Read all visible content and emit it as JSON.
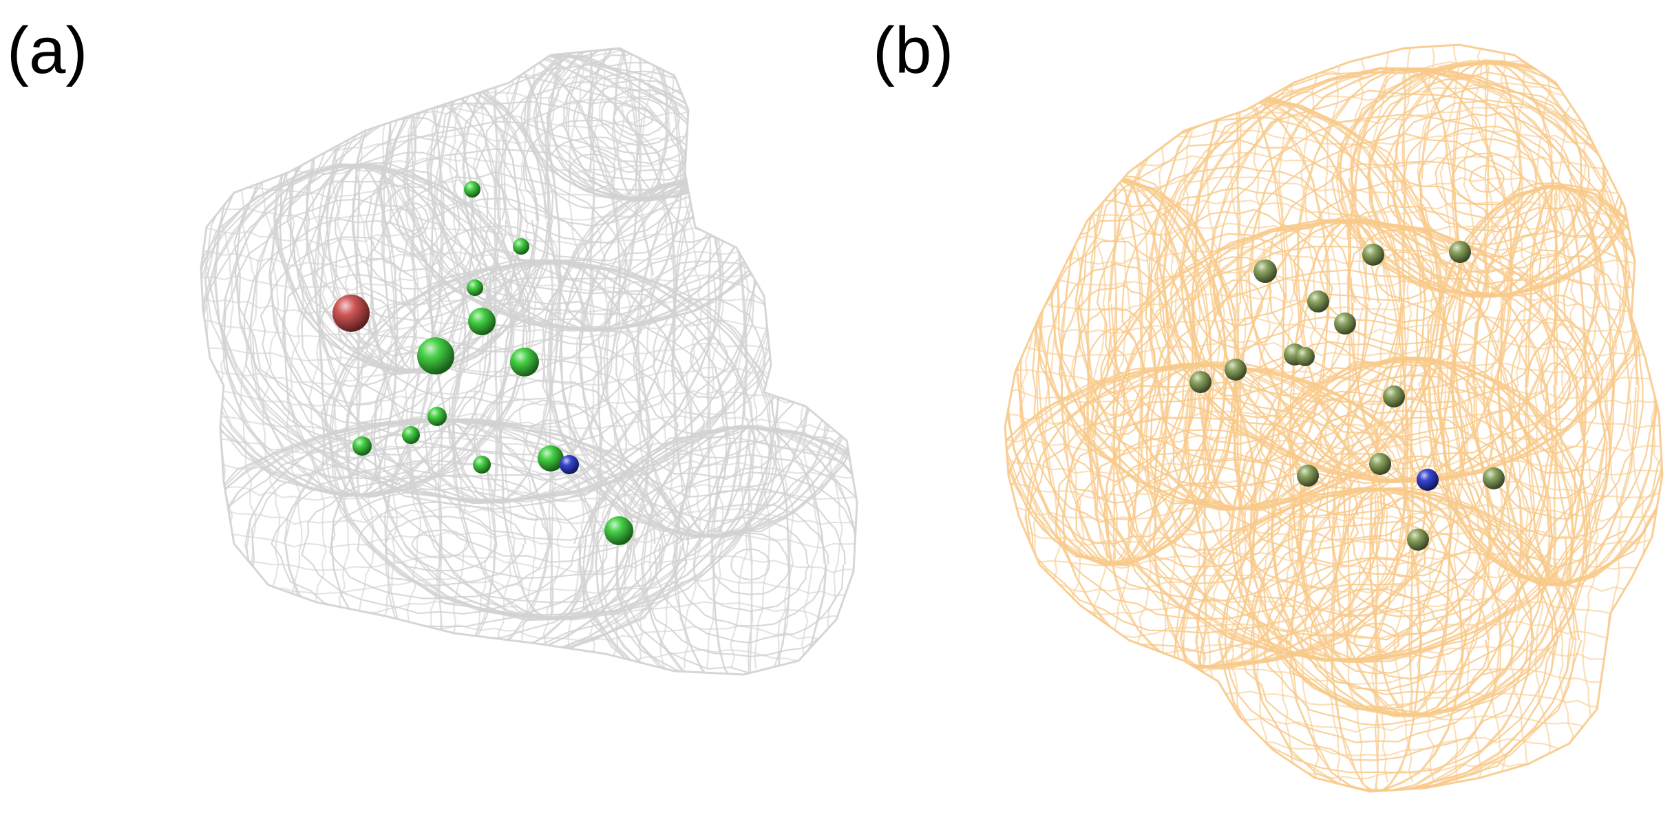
{
  "panels": [
    {
      "id": "a",
      "label": "(a)",
      "mesh_color": "#d2d2d2",
      "atoms": [
        {
          "type": "green",
          "color": "#33cc33"
        },
        {
          "type": "green",
          "color": "#33cc33"
        },
        {
          "type": "green",
          "color": "#33cc33"
        },
        {
          "type": "red",
          "color": "#cc4444"
        },
        {
          "type": "green",
          "color": "#33cc33"
        },
        {
          "type": "green",
          "color": "#33cc33"
        },
        {
          "type": "green",
          "color": "#33cc33"
        },
        {
          "type": "green",
          "color": "#33cc33"
        },
        {
          "type": "green",
          "color": "#33cc33"
        },
        {
          "type": "green",
          "color": "#33cc33"
        },
        {
          "type": "green",
          "color": "#33cc33"
        },
        {
          "type": "green",
          "color": "#33cc33"
        },
        {
          "type": "blue",
          "color": "#2233cc"
        },
        {
          "type": "green",
          "color": "#33cc33"
        }
      ]
    },
    {
      "id": "b",
      "label": "(b)",
      "mesh_color": "#f8c98a",
      "atoms": [
        {
          "type": "olive",
          "color": "#7f9a4f"
        },
        {
          "type": "olive",
          "color": "#7f9a4f"
        },
        {
          "type": "olive",
          "color": "#7f9a4f"
        },
        {
          "type": "olive",
          "color": "#7f9a4f"
        },
        {
          "type": "olive",
          "color": "#7f9a4f"
        },
        {
          "type": "olive",
          "color": "#7f9a4f"
        },
        {
          "type": "olive",
          "color": "#7f9a4f"
        },
        {
          "type": "olive",
          "color": "#7f9a4f"
        },
        {
          "type": "olive",
          "color": "#7f9a4f"
        },
        {
          "type": "olive",
          "color": "#7f9a4f"
        },
        {
          "type": "olive",
          "color": "#7f9a4f"
        },
        {
          "type": "olive",
          "color": "#7f9a4f"
        },
        {
          "type": "blue",
          "color": "#2233cc"
        },
        {
          "type": "olive",
          "color": "#7f9a4f"
        },
        {
          "type": "olive",
          "color": "#7f9a4f"
        }
      ]
    }
  ]
}
